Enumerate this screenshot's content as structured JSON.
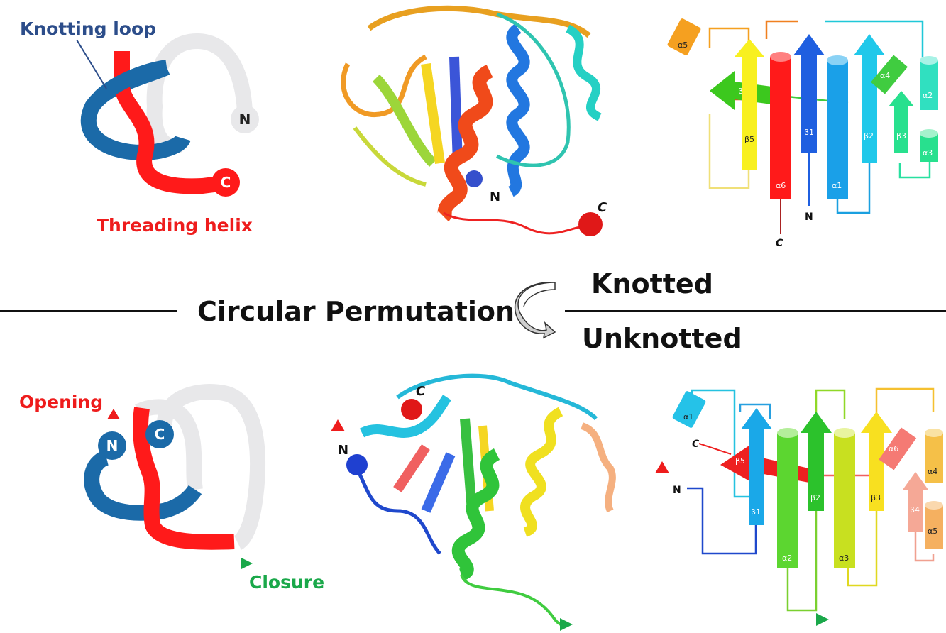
{
  "colors": {
    "knotting_loop": "#1b6aa8",
    "threading_helix": "#ff1a1a",
    "rest_chain": "#e8e8ea",
    "label_blue": "#2c4d8a",
    "label_red": "#ee1c1c",
    "label_green": "#1aa84a",
    "arrow_grey": "#c9c9c9"
  },
  "top_schematic": {
    "knotting_loop_label": "Knotting loop",
    "threading_helix_label": "Threading helix",
    "n_label": "N",
    "c_label": "C"
  },
  "bottom_schematic": {
    "opening_label": "Opening",
    "closure_label": "Closure",
    "n_label": "N",
    "c_label": "C"
  },
  "divider": {
    "title": "Circular Permutation",
    "top_state": "Knotted",
    "bottom_state": "Unknotted"
  },
  "top_structure": {
    "n_label": "N",
    "c_label": "C"
  },
  "bottom_structure": {
    "n_label": "N",
    "c_label": "C"
  },
  "top_topology": {
    "helices": [
      "α5",
      "α6",
      "α1",
      "α4",
      "α2",
      "α3"
    ],
    "strands": [
      "β4",
      "β5",
      "β1",
      "β2",
      "β3"
    ],
    "n_label": "N",
    "c_label": "C"
  },
  "bottom_topology": {
    "helices": [
      "α1",
      "α2",
      "α3",
      "α6",
      "α4",
      "α5"
    ],
    "strands": [
      "β5",
      "β1",
      "β2",
      "β3",
      "β4"
    ],
    "n_label": "N",
    "c_label": "C"
  }
}
